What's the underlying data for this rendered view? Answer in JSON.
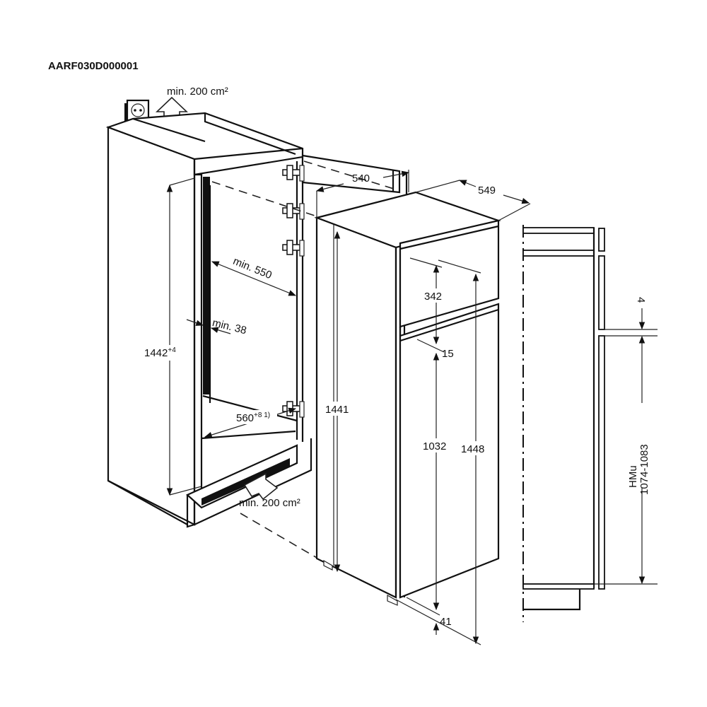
{
  "diagram": {
    "title_code": "AARF030D000001",
    "description": "Built-in fridge-freezer installation dimensions (mm)",
    "ventilation": {
      "top_label": "min. 200 cm²",
      "bottom_label": "min. 200 cm²"
    },
    "niche": {
      "height_value": "1442",
      "height_tolerance": "+4",
      "depth_label": "min. 550",
      "width_value": "560",
      "width_tolerance": "+8 1)",
      "rear_vent_gap": "min. 38"
    },
    "appliance": {
      "depth_value": "540",
      "width_value": "549",
      "height_body": "1441",
      "height_total": "1448",
      "freezer_door_height": "342",
      "door_gap": "15",
      "fridge_door_height": "1032",
      "plinth_offset": "41"
    },
    "side_section": {
      "gap_value": "4",
      "hmu_label": "HMu",
      "hmu_range": "1074-1083"
    },
    "icons": [
      "power-socket-icon",
      "ventilation-arrow-up-icon",
      "ventilation-arrow-in-icon",
      "hinge-icon"
    ]
  }
}
